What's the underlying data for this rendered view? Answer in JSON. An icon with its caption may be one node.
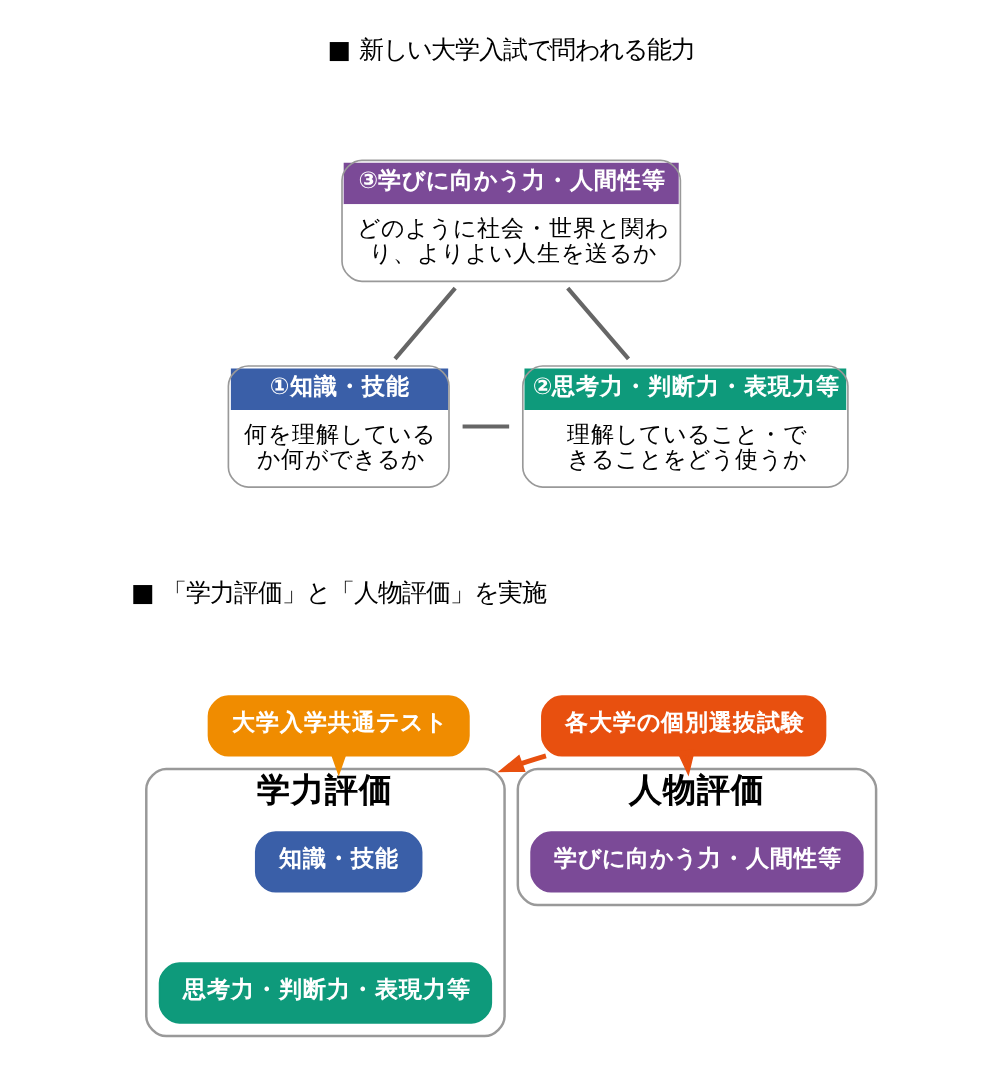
{
  "diagram": {
    "nodes": [
      {
        "text": [
          "③学びに向かう力・人間性等",
          "どのように社会・世界と関わり、よりよい人生を送るか"
        ]
      },
      {
        "text": [
          "①知識・技能",
          "何を理解しているか何ができるか"
        ]
      },
      {
        "text": [
          "②思考力・判断力・表現力等",
          "理解していること・できることをどう使うか"
        ]
      },
      {
        "text": [
          "大学入学共通テスト"
        ]
      },
      {
        "text": [
          "各大学の個別選抜試験"
        ]
      },
      {
        "text": [
          "学力評価"
        ]
      },
      {
        "text": [
          "知識・技能"
        ],
        "in": 5
      },
      {
        "text": [
          "思考力・判断力・表現力等"
        ],
        "in": 5
      },
      {
        "text": [
          "人物評価"
        ]
      },
      {
        "text": [
          "学びに向かう力・人間性等"
        ],
        "in": 8
      }
    ],
    "edges": [
      {
        "from": 0,
        "to": 1,
        "arrow": "none",
        "color": "#666666"
      },
      {
        "from": 0,
        "to": 2,
        "arrow": "none",
        "color": "#666666"
      },
      {
        "from": 1,
        "to": 2,
        "arrow": "none",
        "color": "#666666"
      },
      {
        "from": 3,
        "to": 5,
        "arrow": "to",
        "color": "#f08c00"
      },
      {
        "from": 4,
        "to": 5,
        "arrow": "to",
        "color": "#e8500f"
      },
      {
        "from": 4,
        "to": 8,
        "arrow": "to",
        "color": "#e8500f"
      }
    ],
    "labels": [
      "■ 新しい大学入試で問われる能力",
      "■ 「学力評価」と「人物評価」を実施"
    ]
  }
}
